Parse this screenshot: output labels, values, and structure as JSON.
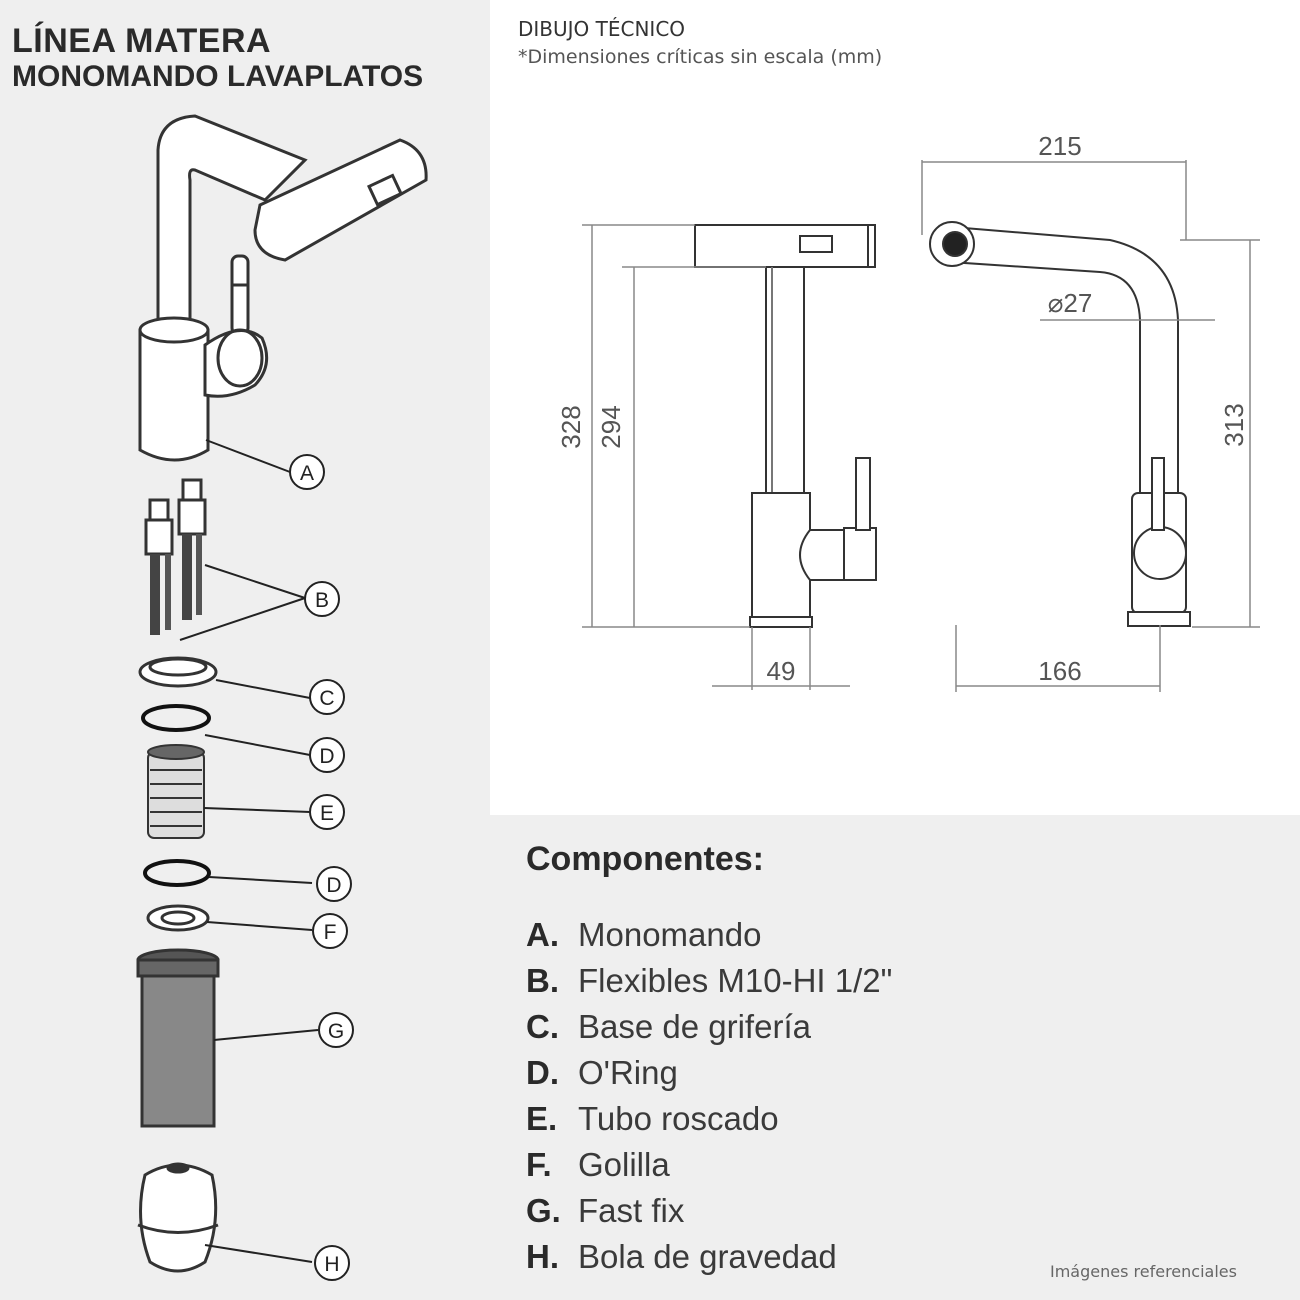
{
  "header": {
    "line1": "LÍNEA MATERA",
    "line2": "MONOMANDO LAVAPLATOS"
  },
  "technical": {
    "title": "DIBUJO TÉCNICO",
    "subtitle": "*Dimensiones críticas sin escala (mm)",
    "dimensions": {
      "total_height": "328",
      "spout_height": "294",
      "base_width": "49",
      "reach": "215",
      "tube_diameter": "⌀27",
      "side_height": "313",
      "side_reach": "166"
    }
  },
  "callouts": [
    "A",
    "B",
    "C",
    "D",
    "E",
    "D",
    "F",
    "G",
    "H"
  ],
  "components": {
    "title": "Componentes:",
    "items": [
      {
        "letter": "A.",
        "name": "Monomando"
      },
      {
        "letter": "B.",
        "name": "Flexibles M10-HI 1/2\""
      },
      {
        "letter": "C.",
        "name": "Base de grifería"
      },
      {
        "letter": "D.",
        "name": "O'Ring"
      },
      {
        "letter": "E.",
        "name": "Tubo roscado"
      },
      {
        "letter": "F.",
        "name": "Golilla"
      },
      {
        "letter": "G.",
        "name": "Fast fix"
      },
      {
        "letter": "H.",
        "name": "Bola de gravedad"
      }
    ]
  },
  "footnote": "Imágenes referenciales",
  "colors": {
    "line": "#333333",
    "dim": "#888888",
    "background": "#efefef",
    "panel": "#ffffff"
  }
}
